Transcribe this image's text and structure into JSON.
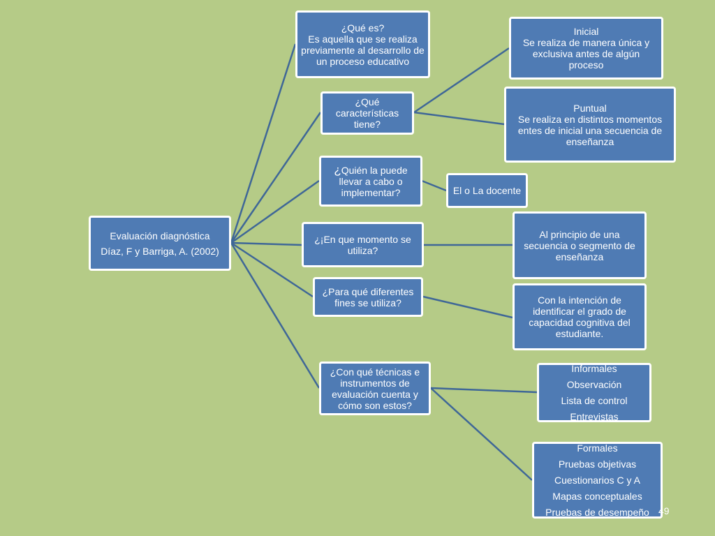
{
  "colors": {
    "background": "#b5cb87",
    "node_fill": "#4f7bb4",
    "node_border": "#ffffff",
    "connector": "#3f6797",
    "text": "#ffffff"
  },
  "root": {
    "lines": [
      "Evaluación diagnóstica",
      "Díaz, F y Barriga, A. (2002)"
    ]
  },
  "questions": {
    "que_es": {
      "lines": [
        "¿Qué es?",
        "Es aquella que se realiza previamente al desarrollo de un proceso educativo"
      ]
    },
    "caracteristicas": {
      "lines": [
        "¿Qué características tiene?"
      ]
    },
    "quien": {
      "lead": "¿",
      "lines": [
        "Quién la puede llevar a cabo o implementar?"
      ]
    },
    "momento": {
      "lines": [
        "¿¡En que momento  se utiliza?"
      ]
    },
    "fines": {
      "lines": [
        "¿Para  qué diferentes fines se utiliza?"
      ]
    },
    "tecnicas": {
      "lines": [
        "¿Con qué técnicas e instrumentos de evaluación cuenta y cómo son estos?"
      ]
    }
  },
  "answers": {
    "inicial": {
      "lines": [
        "Inicial",
        "Se realiza de manera única y exclusiva antes de algún proceso"
      ]
    },
    "puntual": {
      "lines": [
        "Puntual",
        "Se realiza en distintos momentos entes de inicial una secuencia de enseñanza"
      ]
    },
    "docente": {
      "lines": [
        "El o La docente"
      ]
    },
    "principio": {
      "lines": [
        "Al principio de una secuencia o segmento de enseñanza"
      ]
    },
    "intencion": {
      "lines": [
        "Con la intención de identificar el grado de capacidad cognitiva del estudiante."
      ]
    },
    "informales": {
      "lines": [
        "Informales",
        "Observación",
        "Lista de control",
        "Entrevistas"
      ]
    },
    "formales": {
      "lines": [
        "Formales",
        "Pruebas objetivas",
        "Cuestionarios C y A",
        "Mapas conceptuales",
        "Pruebas de desempeño"
      ]
    }
  },
  "slide_number": "49"
}
